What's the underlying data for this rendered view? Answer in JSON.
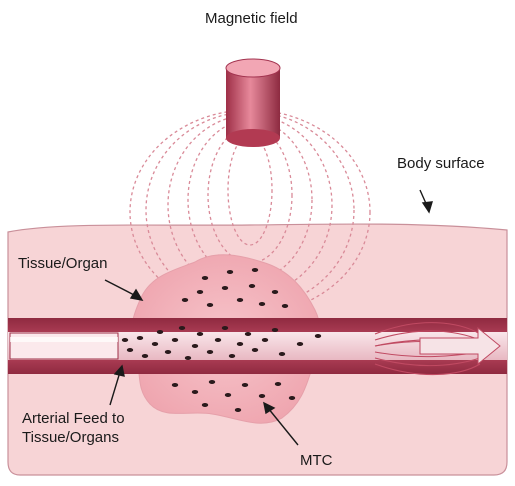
{
  "labels": {
    "magnetic_field": "Magnetic field",
    "body_surface": "Body surface",
    "tissue_organ": "Tissue/Organ",
    "arterial_feed_line1": "Arterial Feed to",
    "arterial_feed_line2": "Tissue/Organs",
    "mtc": "MTC"
  },
  "colors": {
    "magnet_body": "#c8506a",
    "magnet_top": "#e07c90",
    "field_lines": "#d98a98",
    "body_fill": "#f7d4d6",
    "tissue_fill": "#f0b0b6",
    "vessel_wall": "#b23a52",
    "vessel_lumen": "#f2d0d6",
    "particles": "#2a1a1c",
    "arrow": "#f6e3e6"
  },
  "icons": [
    "magnet-icon",
    "flow-arrow-icon"
  ]
}
